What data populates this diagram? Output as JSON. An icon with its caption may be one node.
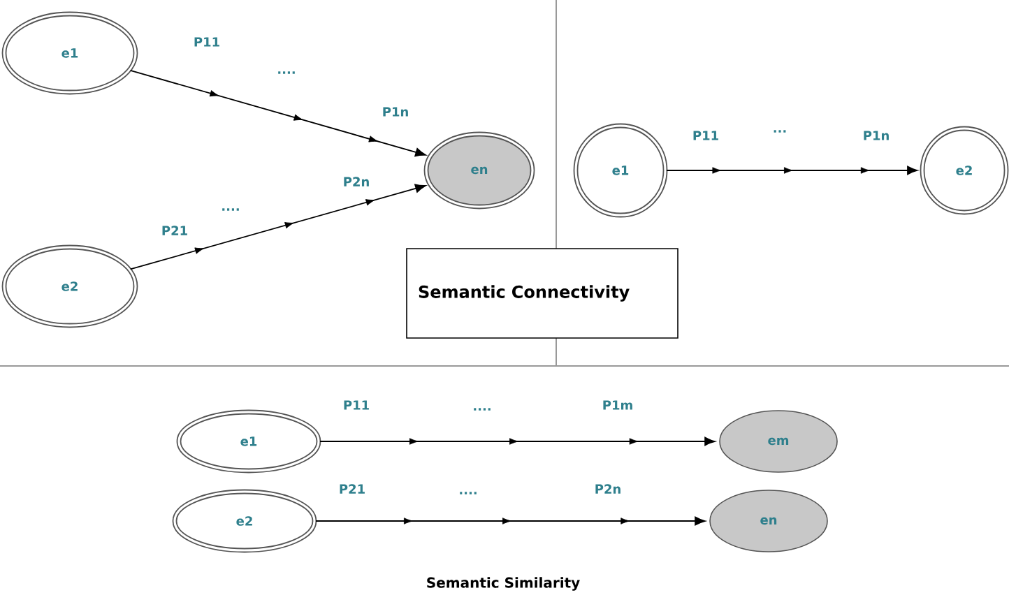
{
  "diagram": {
    "caption": "Semantic Similarity",
    "nodes": [
      {
        "text": [
          "e1"
        ]
      },
      {
        "text": [
          "e2"
        ]
      },
      {
        "text": [
          "en"
        ]
      },
      {
        "text": [
          "e1"
        ]
      },
      {
        "text": [
          "e2"
        ]
      },
      {
        "text": [
          "Semantic Connectivity"
        ]
      },
      {
        "text": [
          "e1"
        ]
      },
      {
        "text": [
          "em"
        ]
      },
      {
        "text": [
          "e2"
        ]
      },
      {
        "text": [
          "en"
        ]
      }
    ],
    "edges": [
      {
        "from": 0,
        "to": 2,
        "arrow": "to"
      },
      {
        "from": 1,
        "to": 2,
        "arrow": "to"
      },
      {
        "from": 3,
        "to": 4,
        "arrow": "to"
      },
      {
        "from": 6,
        "to": 7,
        "arrow": "to"
      },
      {
        "from": 8,
        "to": 9,
        "arrow": "to"
      }
    ],
    "labels": [
      "P11",
      "....",
      "P1n",
      "P2n",
      "....",
      "P21",
      "P11",
      "...",
      "P1n",
      "P11",
      "....",
      "P1m",
      "P21",
      "....",
      "P2n"
    ]
  }
}
